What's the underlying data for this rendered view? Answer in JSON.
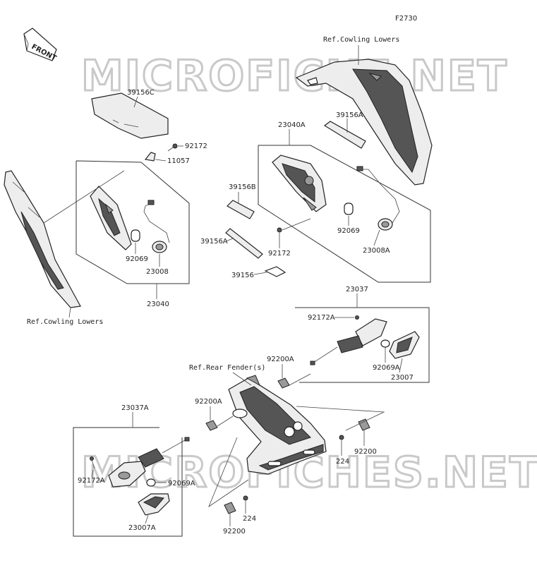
{
  "figure_code": "F2730",
  "front_badge": "FRONT",
  "watermarks": [
    "MICROFICHE.NET",
    "MICROFICHES.NET"
  ],
  "references": {
    "cowling_top": "Ref.Cowling Lowers",
    "cowling_left": "Ref.Cowling Lowers",
    "rear_fender": "Ref.Rear Fender(s)"
  },
  "labels": {
    "p39156C": "39156C",
    "p92172_top": "92172",
    "p11057": "11057",
    "p92069_left": "92069",
    "p23008": "23008",
    "p23040": "23040",
    "p39156A_top": "39156A",
    "p23040A": "23040A",
    "p39156B": "39156B",
    "p39156A_left": "39156A",
    "p92172_mid": "92172",
    "p39156": "39156",
    "p92069_right": "92069",
    "p23008A": "23008A",
    "p23037": "23037",
    "p92172A_right": "92172A",
    "p92200A_right": "92200A",
    "p92069A_right": "92069A",
    "p23007": "23007",
    "p23037A": "23037A",
    "p92200A_left": "92200A",
    "p92172A_left": "92172A",
    "p92069A_left": "92069A",
    "p23007A": "23007A",
    "p224_right": "224",
    "p92200_right": "92200",
    "p224_bottom": "224",
    "p92200_bottom": "92200"
  },
  "colors": {
    "line": "#222222",
    "watermark": "#c9c9c9",
    "background": "#ffffff"
  }
}
